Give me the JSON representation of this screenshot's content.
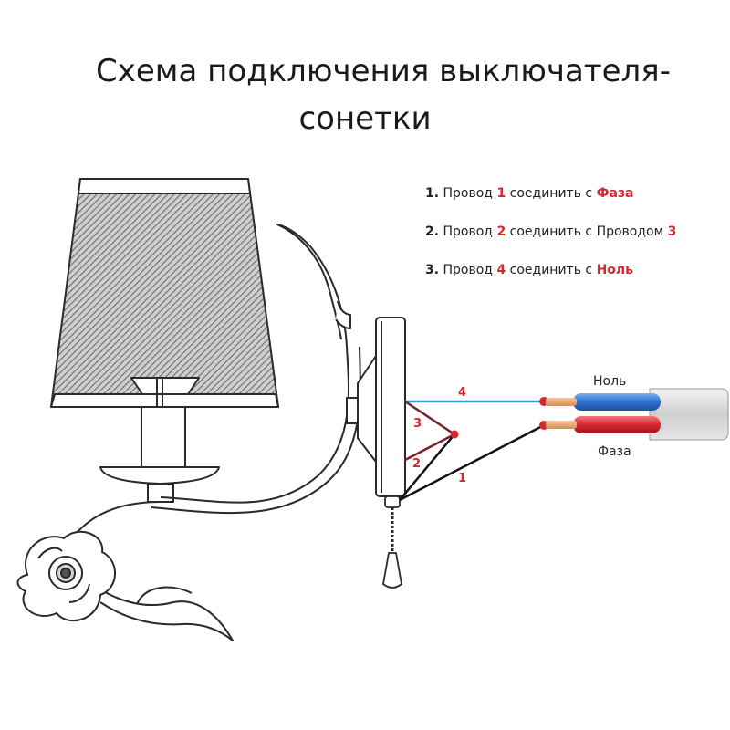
{
  "title": {
    "line1": "Схема подключения выключателя-",
    "line2": "сонетки"
  },
  "steps": [
    {
      "num": "1.",
      "t1": "Провод ",
      "v1": "1",
      "t2": " соединить с ",
      "v2": "Фаза",
      "t3": ""
    },
    {
      "num": "2.",
      "t1": "Провод ",
      "v1": "2",
      "t2": " соединить с Проводом ",
      "v2": "3",
      "t3": ""
    },
    {
      "num": "3.",
      "t1": "Провод ",
      "v1": "4",
      "t2": " соединить с ",
      "v2": "Ноль",
      "t3": ""
    }
  ],
  "wire_labels": {
    "w1": "1",
    "w2": "2",
    "w3": "3",
    "w4": "4"
  },
  "cable_labels": {
    "neutral": "Ноль",
    "phase": "Фаза"
  },
  "colors": {
    "accent_red": "#d8262d",
    "neutral_wire": "#3a9bd5",
    "wire_3": "#7a1f2b",
    "wire_black": "#111111",
    "cable_blue": "#2f6fd0",
    "cable_red": "#d8262d",
    "cable_sheath": "#d9d9d9"
  },
  "icons": {
    "lamp": "wall-lamp-drawing",
    "chain": "pull-chain-icon",
    "cable": "two-core-cable"
  }
}
